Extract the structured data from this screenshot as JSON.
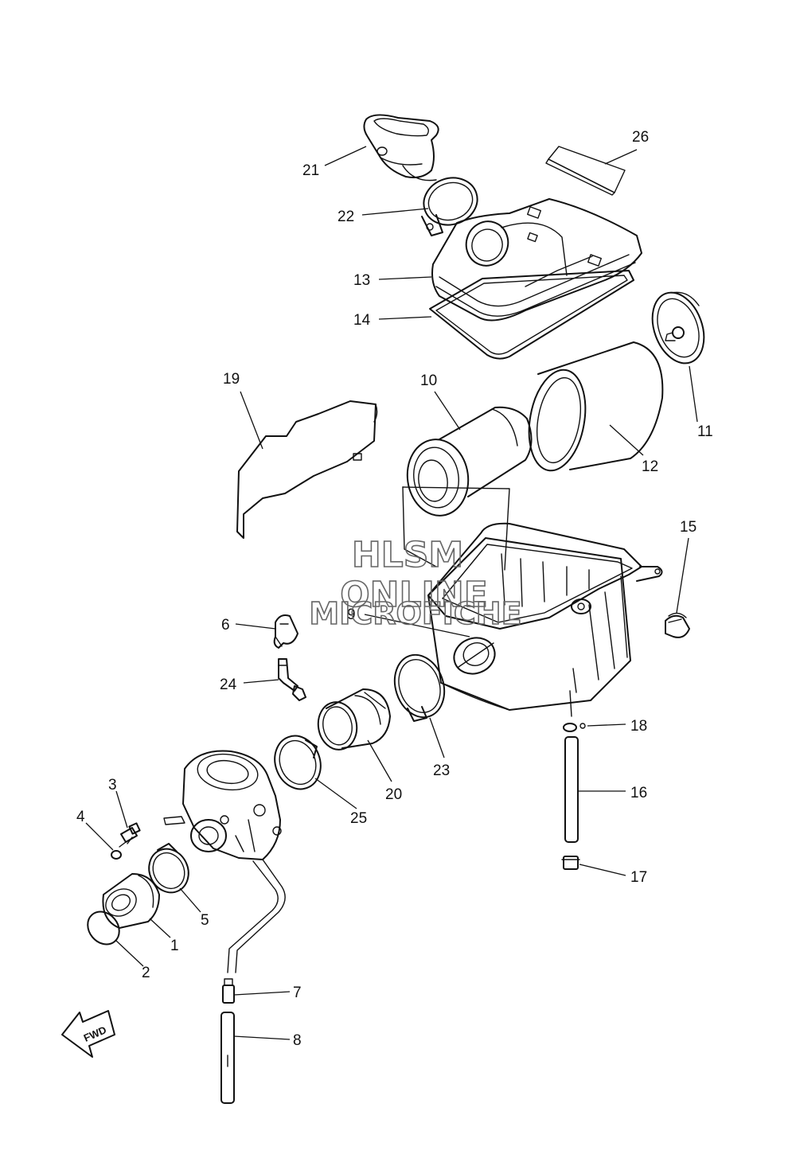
{
  "diagram": {
    "type": "exploded-parts-diagram",
    "line_color": "#111111",
    "background": "#ffffff",
    "callouts": {
      "p1": "1",
      "p2": "2",
      "p3": "3",
      "p4": "4",
      "p5": "5",
      "p6": "6",
      "p7": "7",
      "p8": "8",
      "p9": "9",
      "p10": "10",
      "p11": "11",
      "p12": "12",
      "p13": "13",
      "p14": "14",
      "p15": "15",
      "p16": "16",
      "p17": "17",
      "p18": "18",
      "p19": "19",
      "p20": "20",
      "p21": "21",
      "p22": "22",
      "p23": "23",
      "p24": "24",
      "p25": "25",
      "p26": "26"
    },
    "watermark": {
      "line1": "HLSM",
      "line2": "ONLINE",
      "line3": "MICROFICHE"
    },
    "direction_marker": {
      "label": "FWD",
      "icon": "arrow-left-icon"
    }
  }
}
